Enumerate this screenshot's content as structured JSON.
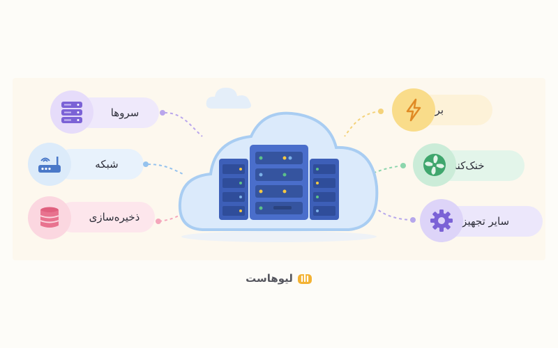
{
  "left_items": [
    {
      "label": "سروها",
      "icon": "server-stack-icon"
    },
    {
      "label": "شبکه",
      "icon": "router-icon"
    },
    {
      "label": "ذخیره‌سازی",
      "icon": "database-icon"
    }
  ],
  "right_items": [
    {
      "label": "برق",
      "icon": "lightning-icon"
    },
    {
      "label": "خنک‌کننده",
      "icon": "fan-icon"
    },
    {
      "label": "سایر تجهیزات",
      "icon": "gear-icon"
    }
  ],
  "brand": {
    "name": "لیوهاست"
  },
  "colors": {
    "purple": "#a58be6",
    "blue": "#7ab0e8",
    "pink": "#f08aa6",
    "yellow": "#f5c842",
    "green": "#5cc08a",
    "violet": "#9b86e2",
    "cloud": "#d8e9fb",
    "server": "#3b5fb7"
  }
}
